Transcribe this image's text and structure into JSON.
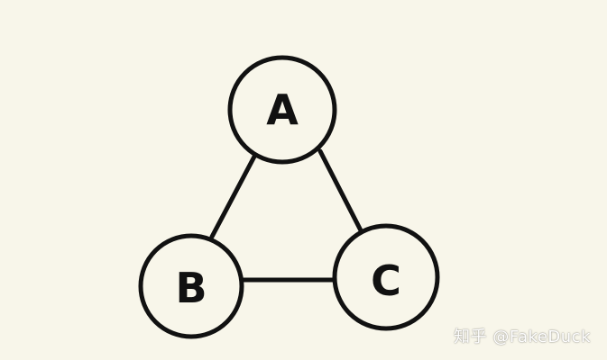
{
  "diagram": {
    "nodes": [
      {
        "id": "A",
        "label": "A"
      },
      {
        "id": "B",
        "label": "B"
      },
      {
        "id": "C",
        "label": "C"
      }
    ],
    "edges": [
      {
        "from": "A",
        "to": "B"
      },
      {
        "from": "A",
        "to": "C"
      },
      {
        "from": "B",
        "to": "C"
      }
    ]
  },
  "watermark": {
    "text": "知乎 @FakeDuck"
  },
  "colors": {
    "background": "#f8f6ea",
    "stroke": "#111111",
    "node_fill": "#f8f6ea"
  }
}
